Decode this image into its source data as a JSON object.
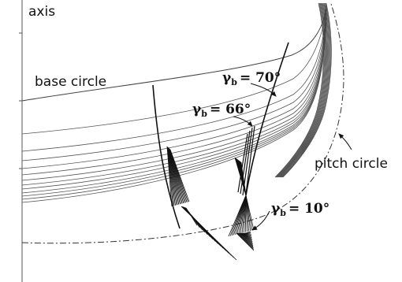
{
  "labels": {
    "axis": "axis",
    "base_circle": "base circle",
    "pitch_circle": "pitch circle"
  },
  "angles": [
    {
      "symbol": "γ",
      "subscript": "b",
      "value": "= 70°"
    },
    {
      "symbol": "γ",
      "subscript": "b",
      "value": "= 66°"
    },
    {
      "symbol": "γ",
      "subscript": "b",
      "value": "= 10°"
    }
  ]
}
